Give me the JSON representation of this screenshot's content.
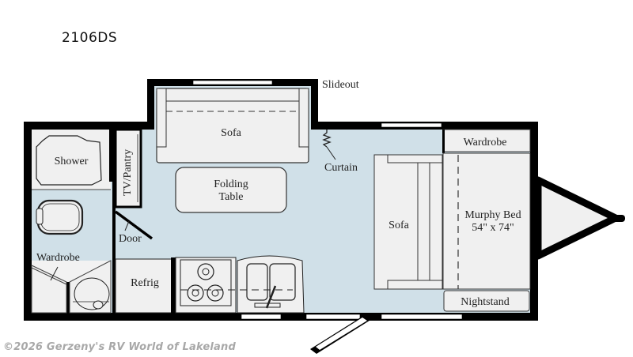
{
  "model": {
    "name": "2106DS"
  },
  "colors": {
    "wall": "#000000",
    "floor": "#d0e0e8",
    "furniture": "#f0f0f0",
    "window": "#ffffff",
    "watermark": "#a8a8a8"
  },
  "labels": {
    "slideout": "Slideout",
    "slideout_sofa": "Sofa",
    "curtain": "Curtain",
    "folding_table_line1": "Folding",
    "folding_table_line2": "Table",
    "shower": "Shower",
    "tv_pantry": "TV/Pantry",
    "door": "Door",
    "wardrobe_bath": "Wardrobe",
    "refrig": "Refrig",
    "front_sofa": "Sofa",
    "wardrobe_front": "Wardrobe",
    "murphy_bed_line1": "Murphy Bed",
    "murphy_bed_line2": "54\" x 74\"",
    "nightstand": "Nightstand"
  },
  "footer": {
    "watermark": "©2026 Gerzeny's RV World of Lakeland"
  }
}
